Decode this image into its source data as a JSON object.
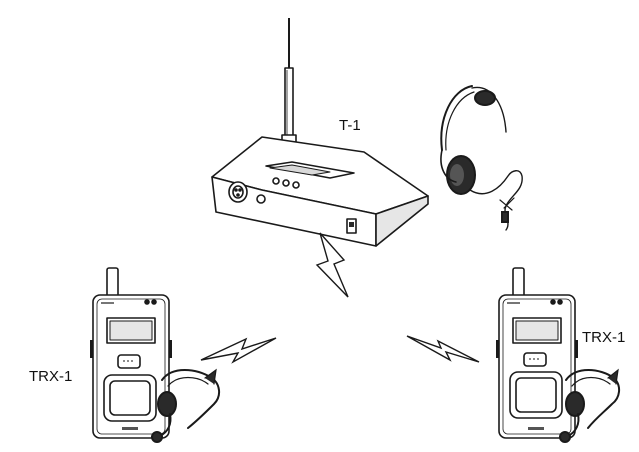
{
  "labels": {
    "transmitter": "T-1",
    "transceiver_left": "TRX-1",
    "transceiver_right": "TRX-1"
  },
  "colors": {
    "line": "#1a1a1a",
    "fill": "#ffffff",
    "shade": "#e6e6e6",
    "dark": "#2a2a2a"
  },
  "icons": [
    "antenna-icon",
    "headset-icon",
    "lightning-icon"
  ]
}
